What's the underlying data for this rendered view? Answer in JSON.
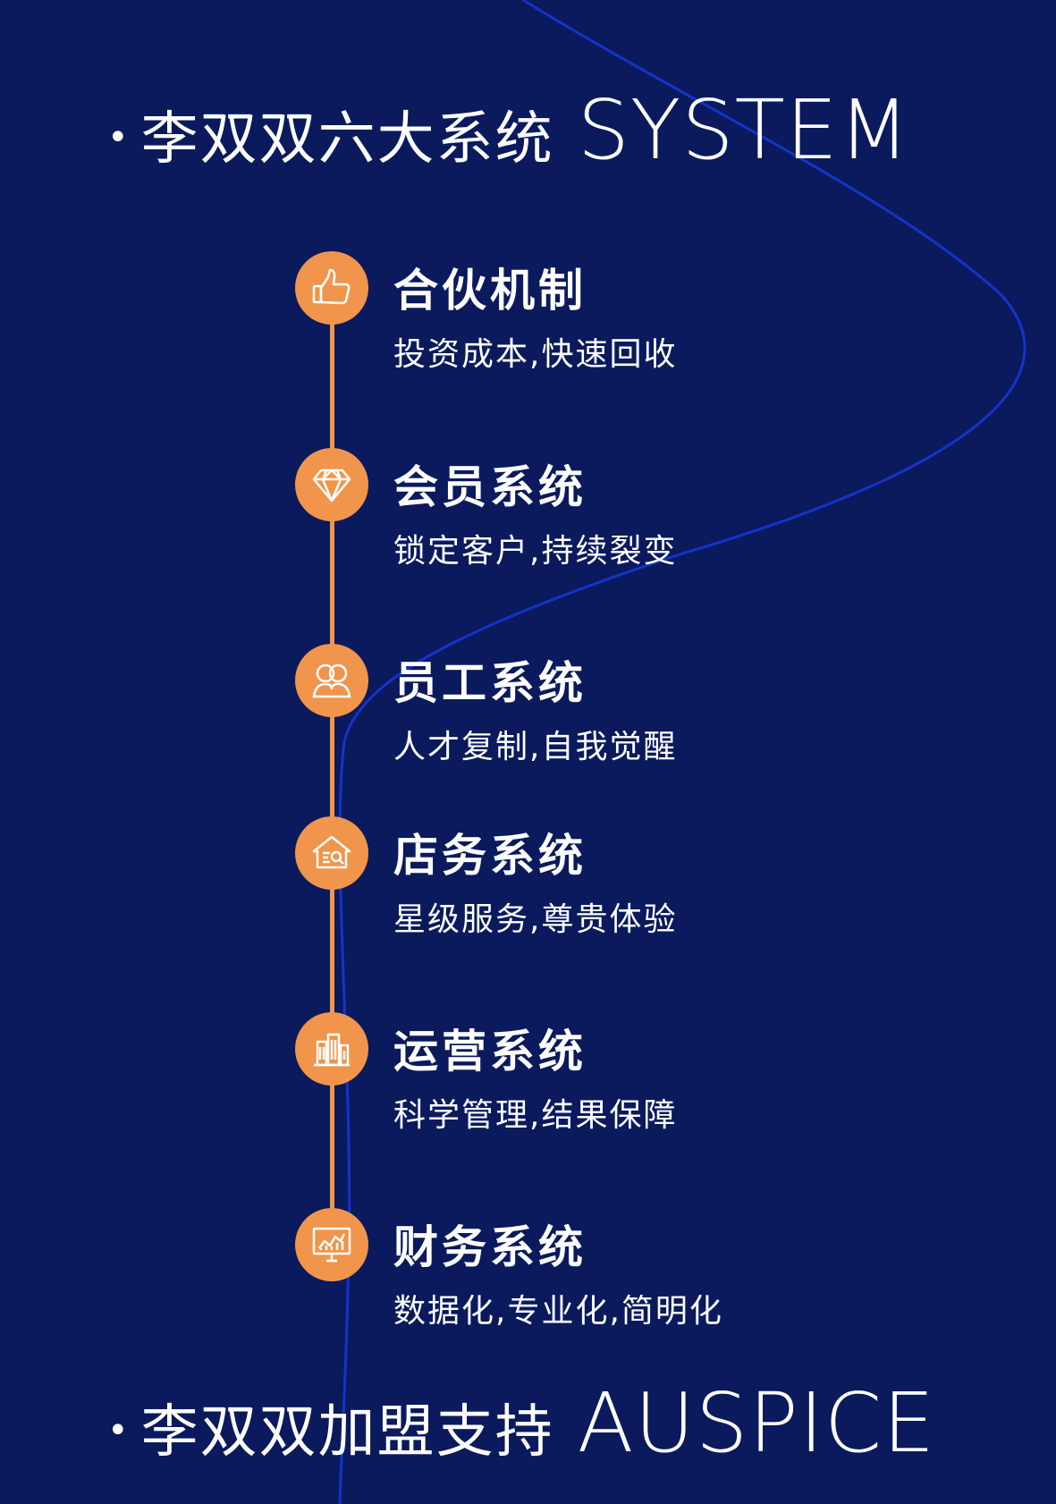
{
  "colors": {
    "background": "#0a1a5c",
    "accent": "#f0954b",
    "curve": "#1533c9",
    "text": "#ffffff"
  },
  "heading_top": {
    "bullet": "•",
    "cn": "李双双六大系统",
    "en": "SYSTEM"
  },
  "items": [
    {
      "icon": "thumbs-up-icon",
      "title": "合伙机制",
      "desc": "投资成本,快速回收"
    },
    {
      "icon": "diamond-icon",
      "title": "会员系统",
      "desc": "锁定客户,持续裂变"
    },
    {
      "icon": "people-icon",
      "title": "员工系统",
      "desc": "人才复制,自我觉醒"
    },
    {
      "icon": "house-search-icon",
      "title": "店务系统",
      "desc": "星级服务,尊贵体验"
    },
    {
      "icon": "buildings-icon",
      "title": "运营系统",
      "desc": "科学管理,结果保障"
    },
    {
      "icon": "monitor-chart-icon",
      "title": "财务系统",
      "desc": "数据化,专业化,简明化"
    }
  ],
  "heading_bottom": {
    "bullet": "•",
    "cn": "李双双加盟支持",
    "en": "AUSPICE"
  }
}
